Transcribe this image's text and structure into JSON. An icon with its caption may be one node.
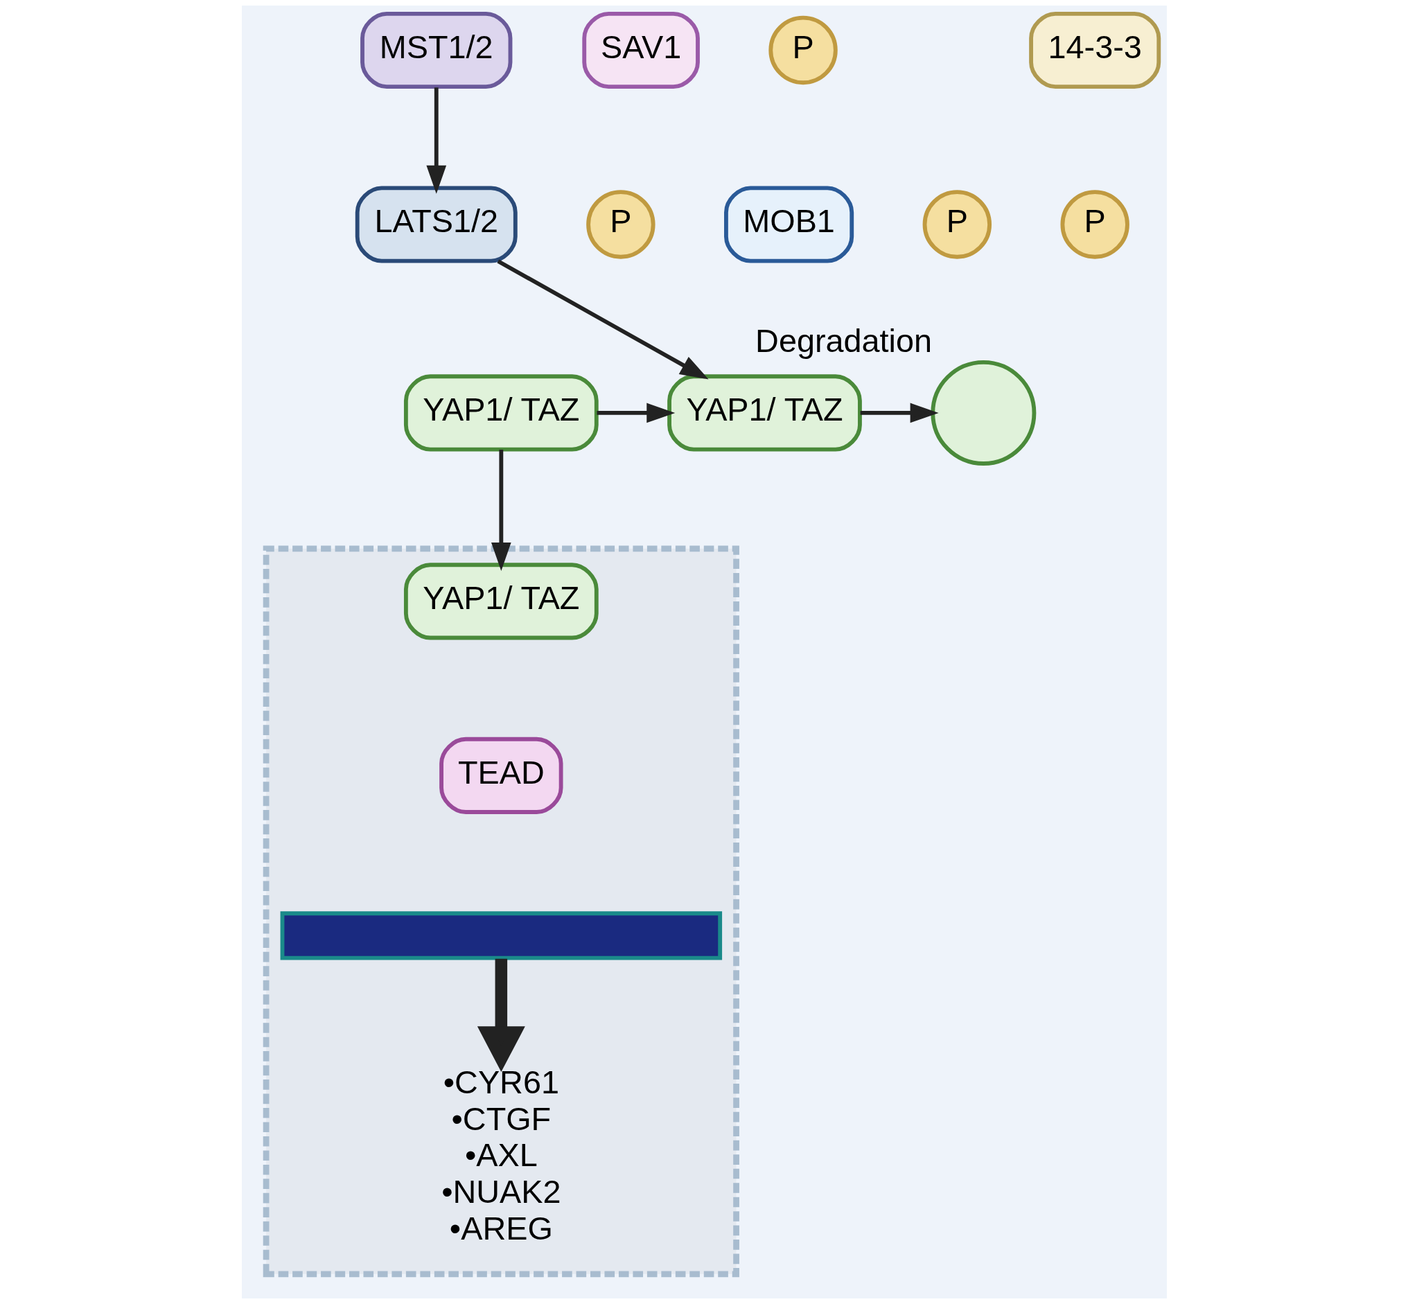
{
  "diagram": {
    "nodes": [
      {
        "text": [
          "P"
        ]
      },
      {
        "text": [
          "MST1/2"
        ]
      },
      {
        "text": [
          "SAV1"
        ]
      },
      {
        "text": [
          "P"
        ]
      },
      {
        "text": [
          "P"
        ]
      },
      {
        "text": [
          "LATS1/2"
        ]
      },
      {
        "text": [
          "MOB1"
        ]
      },
      {
        "text": [
          "14-3-3"
        ]
      },
      {
        "text": [
          "P"
        ]
      },
      {
        "text": [
          "YAP1/ TAZ"
        ]
      },
      {
        "text": [
          "YAP1/ TAZ"
        ]
      },
      {
        "text": [],
        "shape": "circle",
        "beside": [
          "Degradation"
        ]
      },
      {
        "text": [],
        "shape": "box"
      },
      {
        "text": [
          "YAP1/ TAZ"
        ],
        "in": 12
      },
      {
        "text": [
          "TEAD"
        ],
        "in": 12
      },
      {
        "text": [],
        "shape": "bar",
        "in": 12
      },
      {
        "text": [
          "•CYR61",
          "•CTGF",
          "•AXL",
          "•NUAK2",
          "•AREG"
        ],
        "in": 12
      }
    ],
    "edges": [
      {
        "from": 1,
        "to": 5,
        "arrow": "to"
      },
      {
        "from": 5,
        "to": 10,
        "arrow": "to"
      },
      {
        "from": 9,
        "to": 10,
        "arrow": "to"
      },
      {
        "from": 10,
        "to": 11,
        "arrow": "to"
      },
      {
        "from": 9,
        "to": 13,
        "arrow": "to"
      },
      {
        "from": 15,
        "to": 16,
        "arrow": "to",
        "style": "thick"
      }
    ]
  }
}
